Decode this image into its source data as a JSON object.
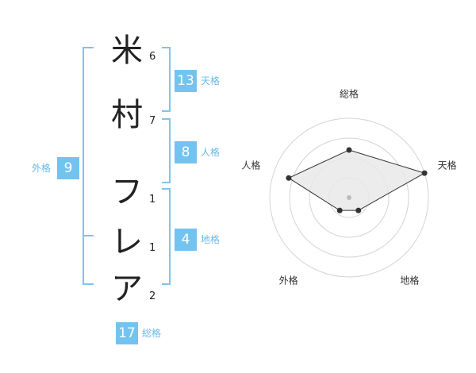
{
  "name": {
    "characters": [
      {
        "char": "米",
        "strokes": "6"
      },
      {
        "char": "村",
        "strokes": "7"
      },
      {
        "char": "フ",
        "strokes": "1"
      },
      {
        "char": "レ",
        "strokes": "1"
      },
      {
        "char": "ア",
        "strokes": "2"
      }
    ]
  },
  "fortunes": {
    "tenkaku": {
      "label": "天格",
      "value": "13"
    },
    "jinkaku": {
      "label": "人格",
      "value": "8"
    },
    "chikaku": {
      "label": "地格",
      "value": "4"
    },
    "gaikaku": {
      "label": "外格",
      "value": "9"
    },
    "soukaku": {
      "label": "総格",
      "value": "17"
    }
  },
  "colors": {
    "accent": "#73c3f0",
    "accent_text": "#6ab8e8",
    "bracket": "#7cc5f0",
    "text": "#222222"
  },
  "chart_data": {
    "type": "radar",
    "axes": [
      "総格",
      "天格",
      "地格",
      "外格",
      "人格"
    ],
    "rmax": 5,
    "rings": 4,
    "values": [
      3,
      5,
      1,
      1,
      4
    ]
  }
}
